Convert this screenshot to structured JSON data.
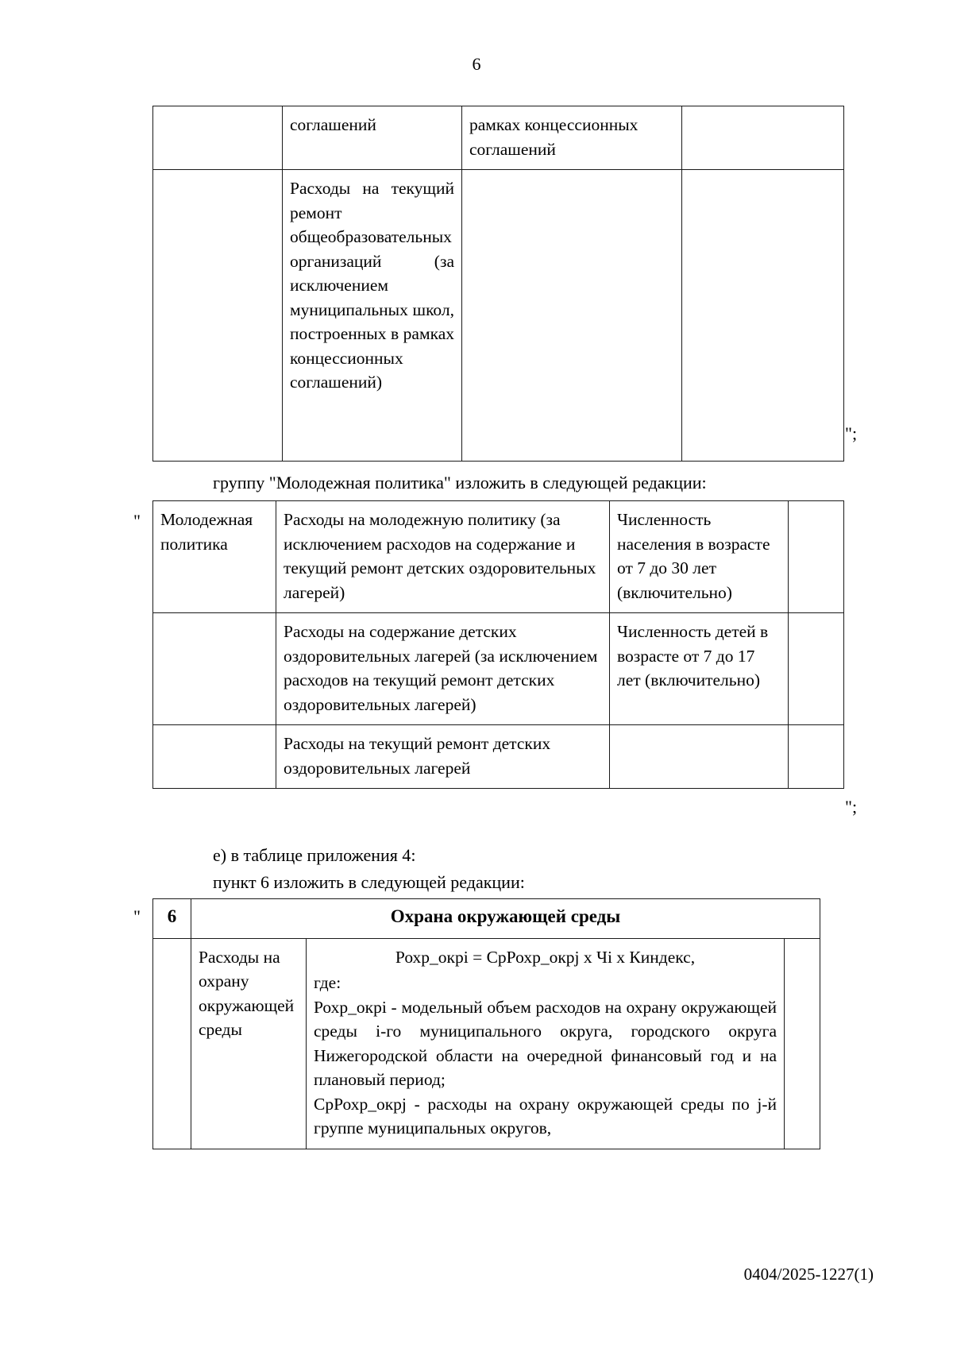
{
  "page": {
    "number": "6",
    "footer_code": "0404/2025-1227(1)"
  },
  "quotes": {
    "close_1": "\";",
    "open_2": "\"",
    "close_2": "\";",
    "open_3": "\""
  },
  "table_1": {
    "rows": [
      {
        "col1": "",
        "col2": "соглашений",
        "col3": "рамках концессионных соглашений",
        "col4": ""
      },
      {
        "col1": "",
        "col2": "Расходы на текущий ремонт общеобразовательных организаций (за исключением муниципальных школ, построенных в рамках концессионных соглашений)",
        "col3": "",
        "col4": ""
      }
    ]
  },
  "paragraphs": {
    "group_youth": "группу \"Молодежная политика\" изложить в следующей редакции:",
    "item_e": "е) в таблице приложения 4:",
    "item_point6": "пункт 6 изложить в следующей редакции:"
  },
  "table_2": {
    "rows": [
      {
        "col1": "Молодежная политика",
        "col2": "Расходы на молодежную политику (за исключением расходов на содержание и текущий ремонт детских оздоровительных лагерей)",
        "col3": "Численность населения в возрасте от 7 до 30 лет (включительно)",
        "col4": ""
      },
      {
        "col1": "",
        "col2": "Расходы на содержание детских оздоровительных лагерей (за исключением расходов на текущий ремонт детских оздоровительных лагерей)",
        "col3": "Численность детей в возрасте от 7 до 17 лет (включительно)",
        "col4": ""
      },
      {
        "col1": "",
        "col2": "Расходы на текущий ремонт детских оздоровительных лагерей",
        "col3": "",
        "col4": ""
      }
    ]
  },
  "table_3": {
    "number": "6",
    "header": "Охрана окружающей среды",
    "row": {
      "label": "Расходы на охрану окружающей среды",
      "formula": "Рохр_окрi = СрРохр_окрj х Чi х Киндекс,",
      "where_label": "где:",
      "def_1": "Рохр_окрi - модельный объем расходов на охрану окружающей среды i-го муниципального округа, городского округа Нижегородской области на очередной финансовый год и на плановый период;",
      "def_2": "СрРохр_окрj - расходы на охрану окружающей среды по j-й группе муниципальных округов,",
      "col4": ""
    }
  }
}
